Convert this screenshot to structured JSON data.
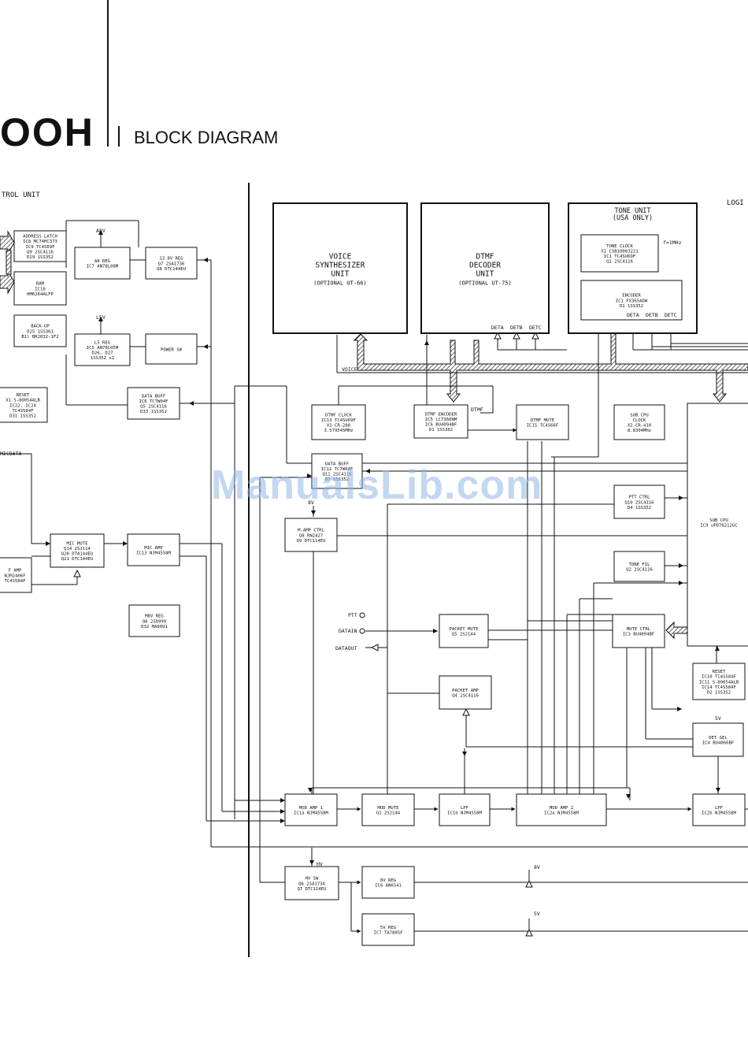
{
  "header": {
    "model_fragment": "OOH",
    "title": "BLOCK DIAGRAM"
  },
  "watermark": "ManualsLib.com",
  "section_labels": {
    "control_unit": "TROL UNIT",
    "logic": "LOGI"
  },
  "blocks": [
    {
      "id": "voice",
      "lines": [
        "VOICE",
        "SYNTHESIZER",
        "UNIT",
        "(OPTIONAL UT-66)"
      ]
    },
    {
      "id": "dtmf_dec",
      "lines": [
        "DTMF",
        "DECODER",
        "UNIT",
        "(OPTIONAL UT-75)"
      ]
    },
    {
      "id": "tone_unit",
      "lines": [
        "TONE UNIT",
        "(USA ONLY)"
      ]
    },
    {
      "id": "tone_clock",
      "lines": [
        "TONE CLOCK",
        "X1 CSB1000J221",
        "IC1 TC4SU69F",
        "Q1 2SC4116"
      ]
    },
    {
      "id": "encoder",
      "lines": [
        "ENCODER",
        "IC1 FX365ADW",
        "D1 1SS352"
      ]
    },
    {
      "id": "addr_latch",
      "lines": [
        "ADDRESS LATCH",
        "IC8 MC74HC373",
        "IC9 TC4S69F",
        "Q9 2SC4116",
        "D29 1SS352"
      ]
    },
    {
      "id": "ram",
      "lines": [
        "RAM",
        "IC10",
        "HM6264ALFP"
      ]
    },
    {
      "id": "backup",
      "lines": [
        "BACK-UP",
        "D25 1SS301",
        "B1l BR2032-1F2"
      ]
    },
    {
      "id": "a8_reg",
      "lines": [
        "A8 REG",
        "IC7 AN78L08M"
      ]
    },
    {
      "id": "reg_138",
      "lines": [
        "13.8V REG",
        "Q7 2SA1736",
        "Q8 DTC144EU"
      ]
    },
    {
      "id": "l5_reg",
      "lines": [
        "L5 REG",
        "IC5 AN78L05M",
        "D26, D27",
        "1SS352 x2"
      ]
    },
    {
      "id": "power_sw",
      "lines": [
        "POWER SW"
      ]
    },
    {
      "id": "reset_l",
      "lines": [
        "RESET",
        "X1 S-80054ALB",
        "IC22, IC24",
        "TC4S584F",
        "D31 1SS352"
      ]
    },
    {
      "id": "data_buff_1",
      "lines": [
        "DATA BUFF",
        "IC6 TC7W04F",
        "Q5 2SC4116",
        "D33 1SS352"
      ]
    },
    {
      "id": "dtmf_clock",
      "lines": [
        "DTMF CLOCK",
        "IC13 TC4SU69F",
        "X1 CR-288",
        "3.579545MHz"
      ]
    },
    {
      "id": "dtmf_enc",
      "lines": [
        "DTMF ENCODER",
        "IC5 LC7366NM",
        "IC6 BU4094BF",
        "D1 1SS302"
      ]
    },
    {
      "id": "dtmf_mute",
      "lines": [
        "DTMF MUTE",
        "IC15 TC4S66F"
      ]
    },
    {
      "id": "sub_cpu_clock",
      "lines": [
        "SUB CPU",
        "CLOCK",
        "X2 CR-410",
        "8.8304MHz"
      ]
    },
    {
      "id": "data_buff_2",
      "lines": [
        "DATA BUFF",
        "IC12 TC7W04F",
        "Q11 2SC4116",
        "D7 1SS352"
      ]
    },
    {
      "id": "ptt_ctrl",
      "lines": [
        "PTT CTRL",
        "Q10 2SC4116",
        "D4 1SS352"
      ]
    },
    {
      "id": "sub_cpu",
      "lines": [
        "SUB CPU",
        "IC9 uPD78212GC"
      ]
    },
    {
      "id": "m_amp_ctrl",
      "lines": [
        "M-AMP CTRL",
        "Q8 RN2427",
        "Q9 DTC114EU"
      ]
    },
    {
      "id": "mic_mute",
      "lines": [
        "MIC MUTE",
        "Q14 2SJ114",
        "Q20 DTA144EU",
        "Q21 DTC144EU"
      ]
    },
    {
      "id": "mic_amp",
      "lines": [
        "MIC AMP",
        "IC13 NJM4558M"
      ]
    },
    {
      "id": "f_amp",
      "lines": [
        "F AMP",
        "NJM2406F",
        "TC4S584F"
      ]
    },
    {
      "id": "tone_fil",
      "lines": [
        "TONE FIL",
        "Q2 2SC4116"
      ]
    },
    {
      "id": "m8v_reg",
      "lines": [
        "M8V REG",
        "Q6 2SD999",
        "D32 MA8091"
      ]
    },
    {
      "id": "mute_ctrl",
      "lines": [
        "MUTE CTRL",
        "IC3 BU4094BF"
      ]
    },
    {
      "id": "packet_mute",
      "lines": [
        "PACKET MUTE",
        "Q5 2SJ144"
      ]
    },
    {
      "id": "reset_r",
      "lines": [
        "RESET",
        "IC10 TC4S584F",
        "IC11 S-80054ALB",
        "IC14 TC4S584F",
        "D2 1SS352"
      ]
    },
    {
      "id": "packet_amp",
      "lines": [
        "PACKET AMP",
        "Q4 2SC4116"
      ]
    },
    {
      "id": "det_sel",
      "lines": [
        "DET SEL",
        "IC4 BU4066BF"
      ]
    },
    {
      "id": "mod_amp1",
      "lines": [
        "MOD AMP 1",
        "IC1a NJM4558M"
      ]
    },
    {
      "id": "mod_mute",
      "lines": [
        "MOD MUTE",
        "Q1 2SJ144"
      ]
    },
    {
      "id": "lpf1",
      "lines": [
        "LPF",
        "IC1b NJM4558M"
      ]
    },
    {
      "id": "mod_amp2",
      "lines": [
        "MOD AMP 2",
        "IC2a NJM4558M"
      ]
    },
    {
      "id": "lpf2",
      "lines": [
        "LPF",
        "IC2b NJM4558M"
      ]
    },
    {
      "id": "hv_sw",
      "lines": [
        "HV SW",
        "Q6 2SA1734",
        "Q7 DTC114EU"
      ]
    },
    {
      "id": "reg_8v",
      "lines": [
        "8V REG",
        "IC6 AN6541"
      ]
    },
    {
      "id": "reg_5v",
      "lines": [
        "5V REG",
        "IC7 TA7805F"
      ]
    }
  ],
  "signals": {
    "a8v": "A8V",
    "l5v": "L5V",
    "v8": "8V",
    "v5": "5V",
    "hv": "HV",
    "voice": "VOICE",
    "dtmf": "DTMF",
    "micdata": "MICDATA",
    "ptt": "PTT",
    "datain": "DATAIN",
    "dataout": "DATAOUT",
    "deta": "DETA",
    "detb": "DETB",
    "detc": "DETC",
    "deta2": "DETA",
    "detb2": "DETB",
    "detc2": "DETC",
    "f1mhz": "f=1MHz",
    "v8_rail": "8V",
    "v5_rail": "5V"
  }
}
